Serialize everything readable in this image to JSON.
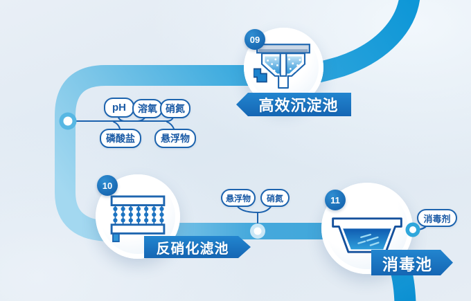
{
  "stages": {
    "s09": {
      "number": "09",
      "name": "高效沉淀池",
      "icon": "sedimentation-tank-icon"
    },
    "s10": {
      "number": "10",
      "name": "反硝化滤池",
      "icon": "denitrification-filter-icon"
    },
    "s11": {
      "number": "11",
      "name": "消毒池",
      "icon": "disinfection-tank-icon"
    }
  },
  "monitor_labels": {
    "ph": "pH",
    "dissolved_oxygen": "溶氧",
    "nitrate_1": "硝氮",
    "phosphate": "磷酸盐",
    "suspended_solids_1": "悬浮物",
    "suspended_solids_2": "悬浮物",
    "nitrate_2": "硝氮",
    "disinfectant": "消毒剂"
  },
  "colors": {
    "pipe_dark": "#0e97d7",
    "pipe_light": "#a3d8f0",
    "banner_blue": "#1b74c2",
    "badge_blue": "#1a6cb8",
    "line_blue": "#1b61ad",
    "bubble_text": "#1a5aa5",
    "background": "#e2eaf3"
  }
}
